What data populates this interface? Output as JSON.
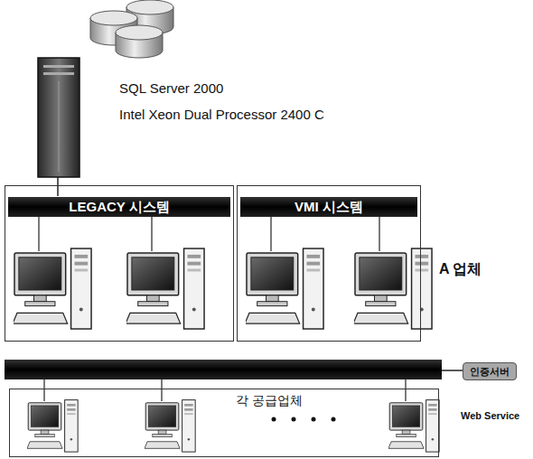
{
  "diagram": {
    "nodes": [
      {
        "text": [
          "LEGACY 시스템"
        ]
      },
      {
        "text": [
          "VMI 시스템"
        ]
      },
      {
        "text": [
          "인증서버"
        ]
      },
      {
        "text": [
          "각 공급업체"
        ]
      }
    ],
    "labels": [
      "SQL Server 2000",
      "Intel Xeon Dual Processor 2400 C",
      "A 업체",
      "Web Service"
    ]
  }
}
